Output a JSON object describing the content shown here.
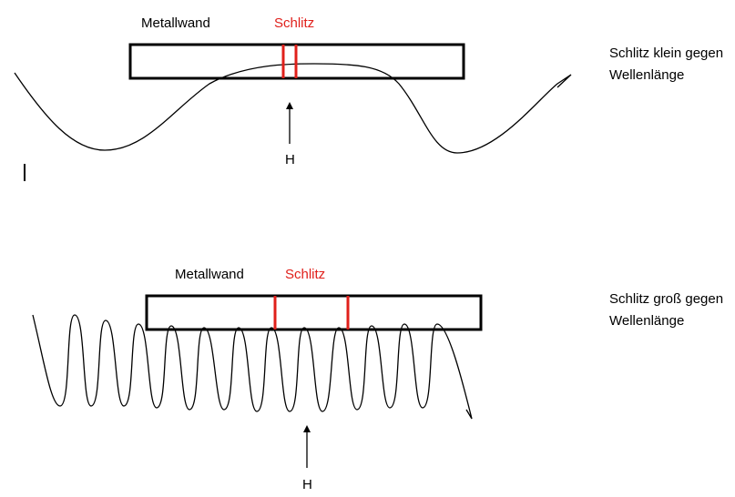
{
  "top": {
    "wall_label": "Metallwand",
    "slit_label": "Schlitz",
    "caption_line1": "Schlitz klein gegen",
    "caption_line2": "Wellenlänge",
    "field_label": "H"
  },
  "bottom": {
    "wall_label": "Metallwand",
    "slit_label": "Schlitz",
    "caption_line1": "Schlitz groß gegen",
    "caption_line2": "Wellenlänge",
    "field_label": "H"
  },
  "colors": {
    "slit": "#e0201b",
    "line": "#000000"
  }
}
